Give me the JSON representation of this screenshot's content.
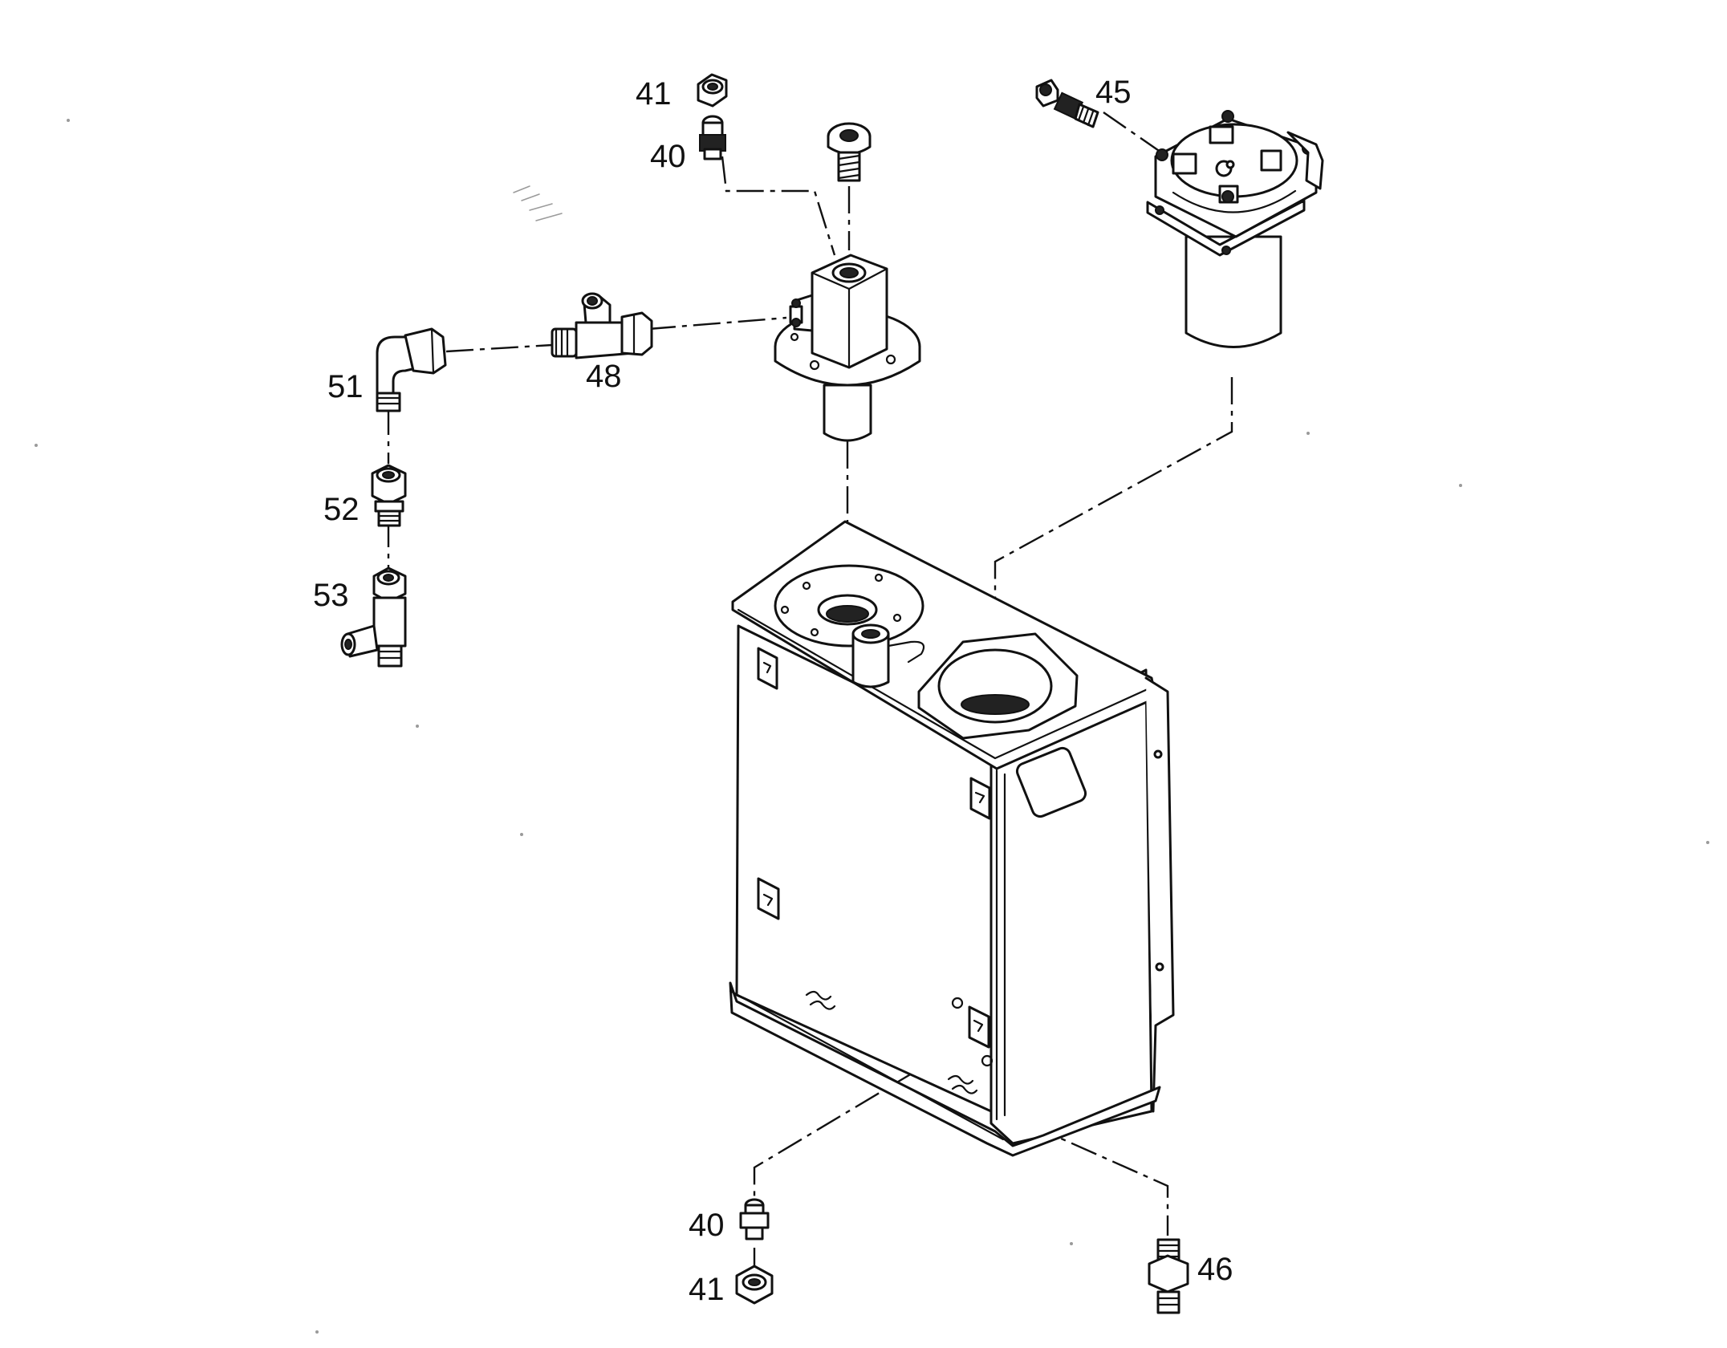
{
  "diagram": {
    "callouts": [
      {
        "id": "c41_top",
        "label": "41"
      },
      {
        "id": "c40_top",
        "label": "40"
      },
      {
        "id": "c45",
        "label": "45"
      },
      {
        "id": "c51",
        "label": "51"
      },
      {
        "id": "c48",
        "label": "48"
      },
      {
        "id": "c52",
        "label": "52"
      },
      {
        "id": "c53",
        "label": "53"
      },
      {
        "id": "c40_bottom",
        "label": "40"
      },
      {
        "id": "c41_bottom",
        "label": "41"
      },
      {
        "id": "c46",
        "label": "46"
      }
    ]
  },
  "colors": {
    "line": "#111111",
    "background": "#ffffff",
    "shading": "#9a9a9a"
  }
}
